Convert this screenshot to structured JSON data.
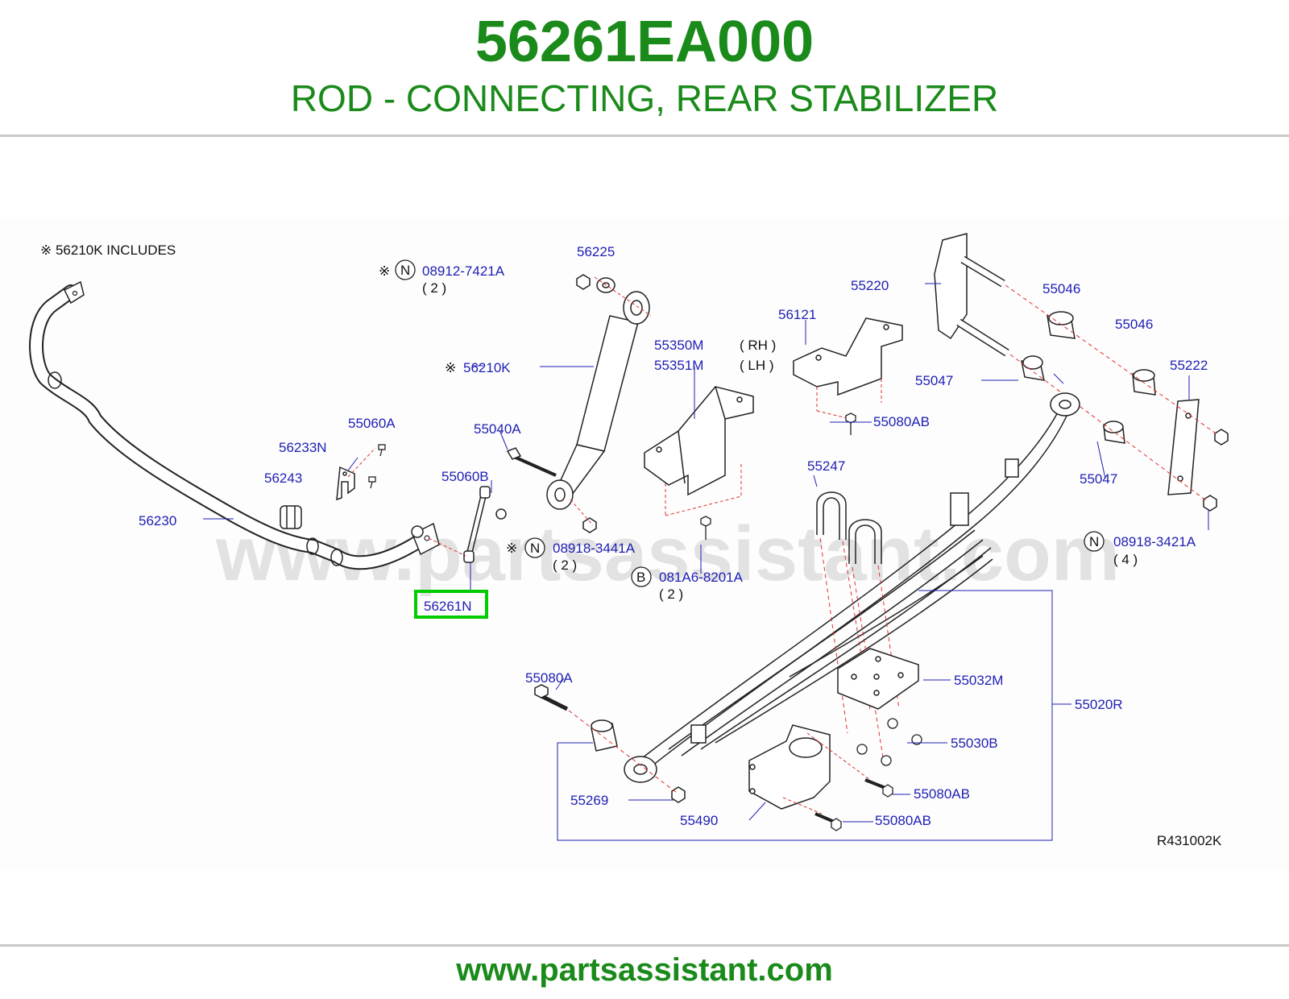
{
  "header": {
    "part_number": "56261EA000",
    "description": "ROD - CONNECTING, REAR STABILIZER"
  },
  "diagram": {
    "watermark": "www.partsassistant.com",
    "note": "※ 56210K   INCLUDES",
    "ref_code": "R431002K",
    "highlighted_part": "56261N",
    "highlight_color": "#00cc00",
    "label_color": "#1e1eb4",
    "labels": {
      "p56225": "56225",
      "p08912": "08912-7421A",
      "p08912_qty": "( 2 )",
      "p56210k": "56210K",
      "p55220": "55220",
      "p55046a": "55046",
      "p55046b": "55046",
      "p56121": "56121",
      "p55350m": "55350M",
      "p55351m": "55351M",
      "rh": "( RH )",
      "lh": "( LH )",
      "p55047a": "55047",
      "p55222": "55222",
      "p55080ab_top": "55080AB",
      "p55060a": "55060A",
      "p55040a": "55040A",
      "p56233n": "56233N",
      "p56243": "56243",
      "p55060b": "55060B",
      "p56230": "56230",
      "p55047b": "55047",
      "p55247": "55247",
      "p08918_3441": "08918-3441A",
      "p08918_3441_qty": "( 2 )",
      "p08918_3421": "08918-3421A",
      "p08918_3421_qty": "( 4 )",
      "p081a6": "081A6-8201A",
      "p081a6_qty": "( 2 )",
      "p55080a": "55080A",
      "p55032m": "55032M",
      "p55020r": "55020R",
      "p55030b": "55030B",
      "p55269": "55269",
      "p55080ab_mid": "55080AB",
      "p55490": "55490",
      "p55080ab_bot": "55080AB"
    },
    "callout_symbols": {
      "n": "N",
      "b": "B",
      "kome": "※"
    }
  },
  "footer": {
    "url": "www.partsassistant.com"
  }
}
